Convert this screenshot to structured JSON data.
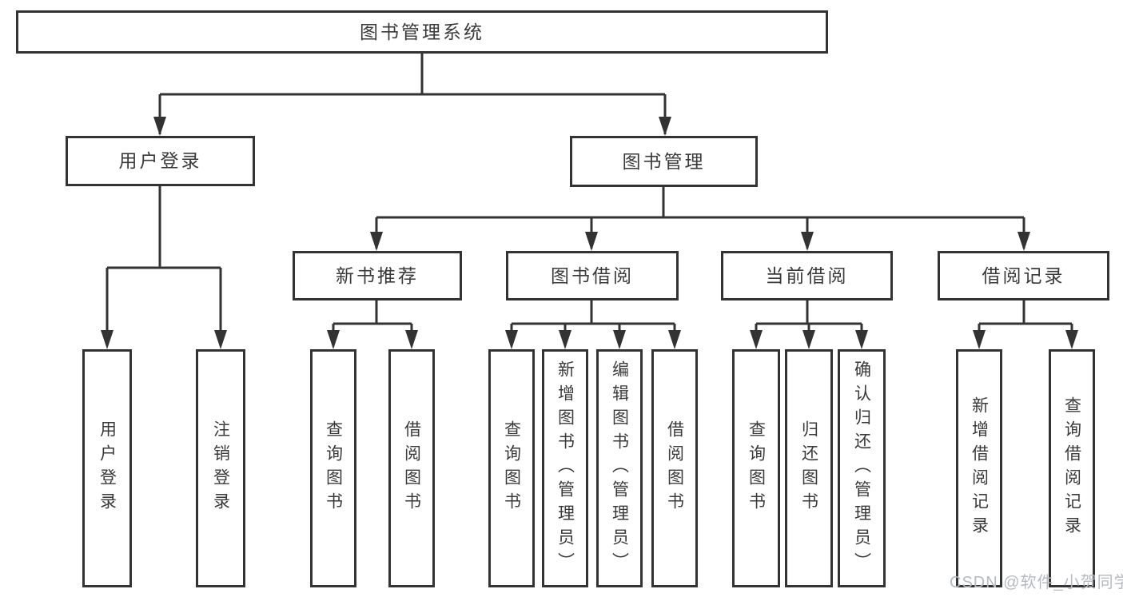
{
  "tree": {
    "label": "图书管理系统",
    "children": [
      {
        "label": "用户登录",
        "children": [
          {
            "label": "用户登录"
          },
          {
            "label": "注销登录"
          }
        ]
      },
      {
        "label": "图书管理",
        "children": [
          {
            "label": "新书推荐",
            "children": [
              {
                "label": "查询图书"
              },
              {
                "label": "借阅图书"
              }
            ]
          },
          {
            "label": "图书借阅",
            "children": [
              {
                "label": "查询图书"
              },
              {
                "label": "新增图书（管理员）"
              },
              {
                "label": "编辑图书（管理员）"
              },
              {
                "label": "借阅图书"
              }
            ]
          },
          {
            "label": "当前借阅",
            "children": [
              {
                "label": "查询图书"
              },
              {
                "label": "归还图书"
              },
              {
                "label": "确认归还（管理员）"
              }
            ]
          },
          {
            "label": "借阅记录",
            "children": [
              {
                "label": "新增借阅记录"
              },
              {
                "label": "查询借阅记录"
              }
            ]
          }
        ]
      }
    ]
  },
  "watermark": {
    "text": "CSDN @软件_小贺同学"
  },
  "colors": {
    "line": "#333333",
    "box_border": "#333333",
    "text": "#3a3a3a",
    "watermark": "#b6bac1",
    "background": "#ffffff"
  }
}
